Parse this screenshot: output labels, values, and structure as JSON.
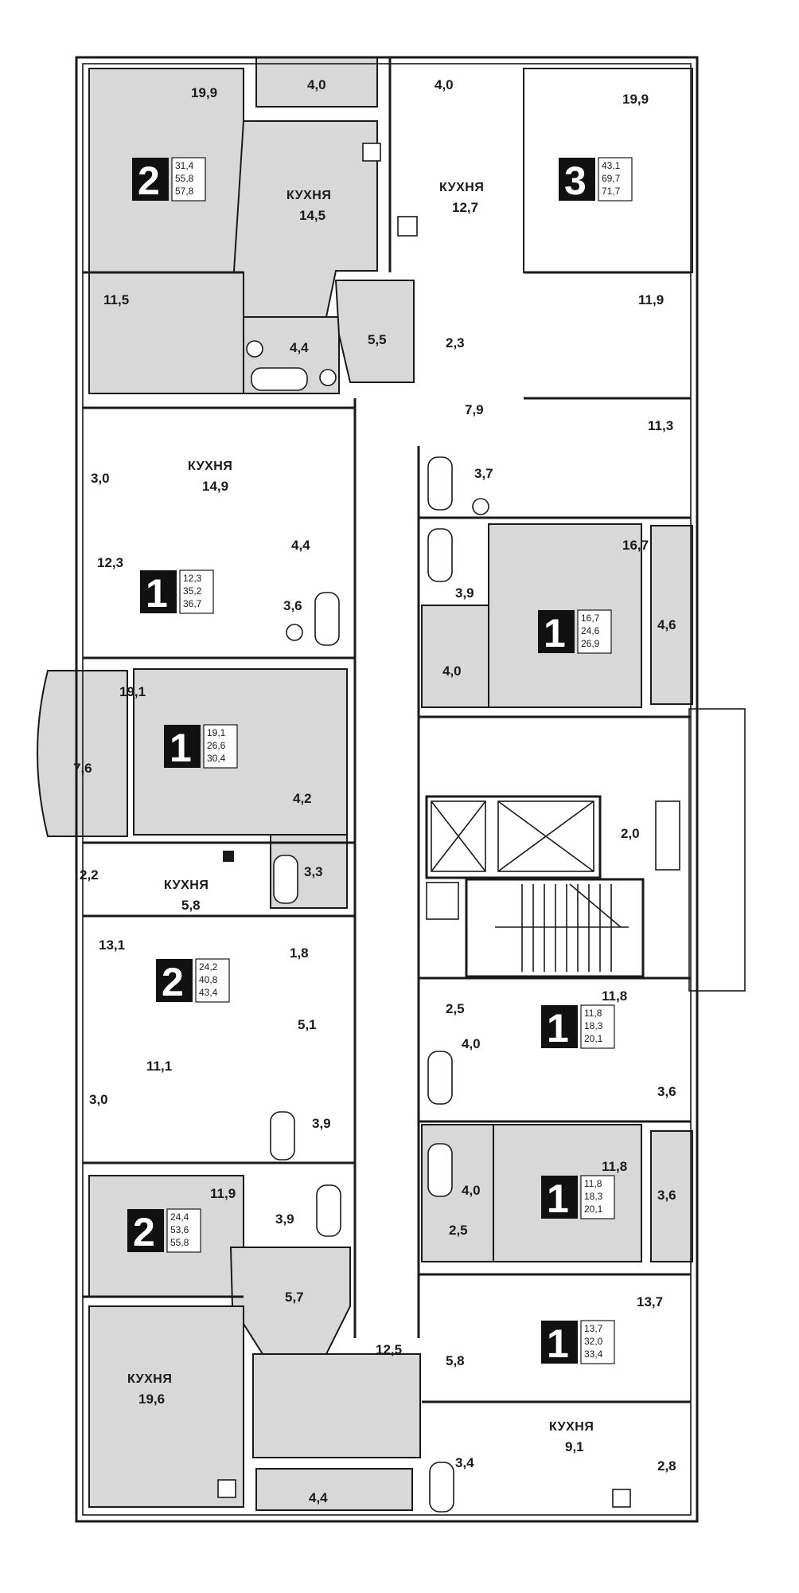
{
  "apartments": [
    {
      "id": "apt-2-top-left",
      "rooms": "2",
      "areas": [
        "31,4",
        "55,8",
        "57,8"
      ]
    },
    {
      "id": "apt-3-top-right",
      "rooms": "3",
      "areas": [
        "43,1",
        "69,7",
        "71,7"
      ]
    },
    {
      "id": "apt-1-left-a",
      "rooms": "1",
      "areas": [
        "12,3",
        "35,2",
        "36,7"
      ]
    },
    {
      "id": "apt-1-right-a",
      "rooms": "1",
      "areas": [
        "16,7",
        "24,6",
        "26,9"
      ]
    },
    {
      "id": "apt-1-left-b",
      "rooms": "1",
      "areas": [
        "19,1",
        "26,6",
        "30,4"
      ]
    },
    {
      "id": "apt-2-left-mid",
      "rooms": "2",
      "areas": [
        "24,2",
        "40,8",
        "43,4"
      ]
    },
    {
      "id": "apt-1-right-b",
      "rooms": "1",
      "areas": [
        "11,8",
        "18,3",
        "20,1"
      ]
    },
    {
      "id": "apt-1-right-c",
      "rooms": "1",
      "areas": [
        "11,8",
        "18,3",
        "20,1"
      ]
    },
    {
      "id": "apt-2-left-bottom",
      "rooms": "2",
      "areas": [
        "24,4",
        "53,6",
        "55,8"
      ]
    },
    {
      "id": "apt-1-right-d",
      "rooms": "1",
      "areas": [
        "13,7",
        "32,0",
        "33,4"
      ]
    }
  ],
  "labels": [
    {
      "id": "l01",
      "text": "19,9"
    },
    {
      "id": "l02",
      "text": "4,0"
    },
    {
      "id": "l03",
      "text": "4,0"
    },
    {
      "id": "l04",
      "text": "19,9"
    },
    {
      "id": "l05",
      "text": "КУХНЯ"
    },
    {
      "id": "l06",
      "text": "14,5"
    },
    {
      "id": "l07",
      "text": "КУХНЯ"
    },
    {
      "id": "l08",
      "text": "12,7"
    },
    {
      "id": "l09",
      "text": "11,5"
    },
    {
      "id": "l10",
      "text": "11,9"
    },
    {
      "id": "l11",
      "text": "4,4"
    },
    {
      "id": "l12",
      "text": "5,5"
    },
    {
      "id": "l13",
      "text": "2,3"
    },
    {
      "id": "l14",
      "text": "7,9"
    },
    {
      "id": "l15",
      "text": "11,3"
    },
    {
      "id": "l16",
      "text": "КУХНЯ"
    },
    {
      "id": "l17",
      "text": "14,9"
    },
    {
      "id": "l18",
      "text": "3,0"
    },
    {
      "id": "l19",
      "text": "3,7"
    },
    {
      "id": "l20",
      "text": "4,4"
    },
    {
      "id": "l21",
      "text": "16,7"
    },
    {
      "id": "l22",
      "text": "12,3"
    },
    {
      "id": "l23",
      "text": "3,6"
    },
    {
      "id": "l24",
      "text": "3,9"
    },
    {
      "id": "l25",
      "text": "4,6"
    },
    {
      "id": "l26",
      "text": "4,0"
    },
    {
      "id": "l27",
      "text": "19,1"
    },
    {
      "id": "l28",
      "text": "7,6"
    },
    {
      "id": "l29",
      "text": "4,2"
    },
    {
      "id": "l30",
      "text": "2,0"
    },
    {
      "id": "l31",
      "text": "3,3"
    },
    {
      "id": "l32",
      "text": "2,2"
    },
    {
      "id": "l33",
      "text": "КУХНЯ"
    },
    {
      "id": "l34",
      "text": "5,8"
    },
    {
      "id": "l35",
      "text": "13,1"
    },
    {
      "id": "l36",
      "text": "1,8"
    },
    {
      "id": "l37",
      "text": "2,5"
    },
    {
      "id": "l38",
      "text": "11,8"
    },
    {
      "id": "l39",
      "text": "5,1"
    },
    {
      "id": "l40",
      "text": "4,0"
    },
    {
      "id": "l41",
      "text": "11,1"
    },
    {
      "id": "l42",
      "text": "3,0"
    },
    {
      "id": "l43",
      "text": "3,9"
    },
    {
      "id": "l44",
      "text": "3,6"
    },
    {
      "id": "l45",
      "text": "11,8"
    },
    {
      "id": "l46",
      "text": "4,0"
    },
    {
      "id": "l47",
      "text": "3,6"
    },
    {
      "id": "l48",
      "text": "11,9"
    },
    {
      "id": "l49",
      "text": "3,9"
    },
    {
      "id": "l50",
      "text": "2,5"
    },
    {
      "id": "l51",
      "text": "5,7"
    },
    {
      "id": "l52",
      "text": "13,7"
    },
    {
      "id": "l53",
      "text": "12,5"
    },
    {
      "id": "l54",
      "text": "5,8"
    },
    {
      "id": "l55",
      "text": "КУХНЯ"
    },
    {
      "id": "l56",
      "text": "19,6"
    },
    {
      "id": "l57",
      "text": "КУХНЯ"
    },
    {
      "id": "l58",
      "text": "9,1"
    },
    {
      "id": "l59",
      "text": "3,4"
    },
    {
      "id": "l60",
      "text": "2,8"
    },
    {
      "id": "l61",
      "text": "4,4"
    }
  ],
  "colors": {
    "shaded": "#d8d8d8",
    "wall": "#1a1a1a",
    "badge": "#111111"
  }
}
